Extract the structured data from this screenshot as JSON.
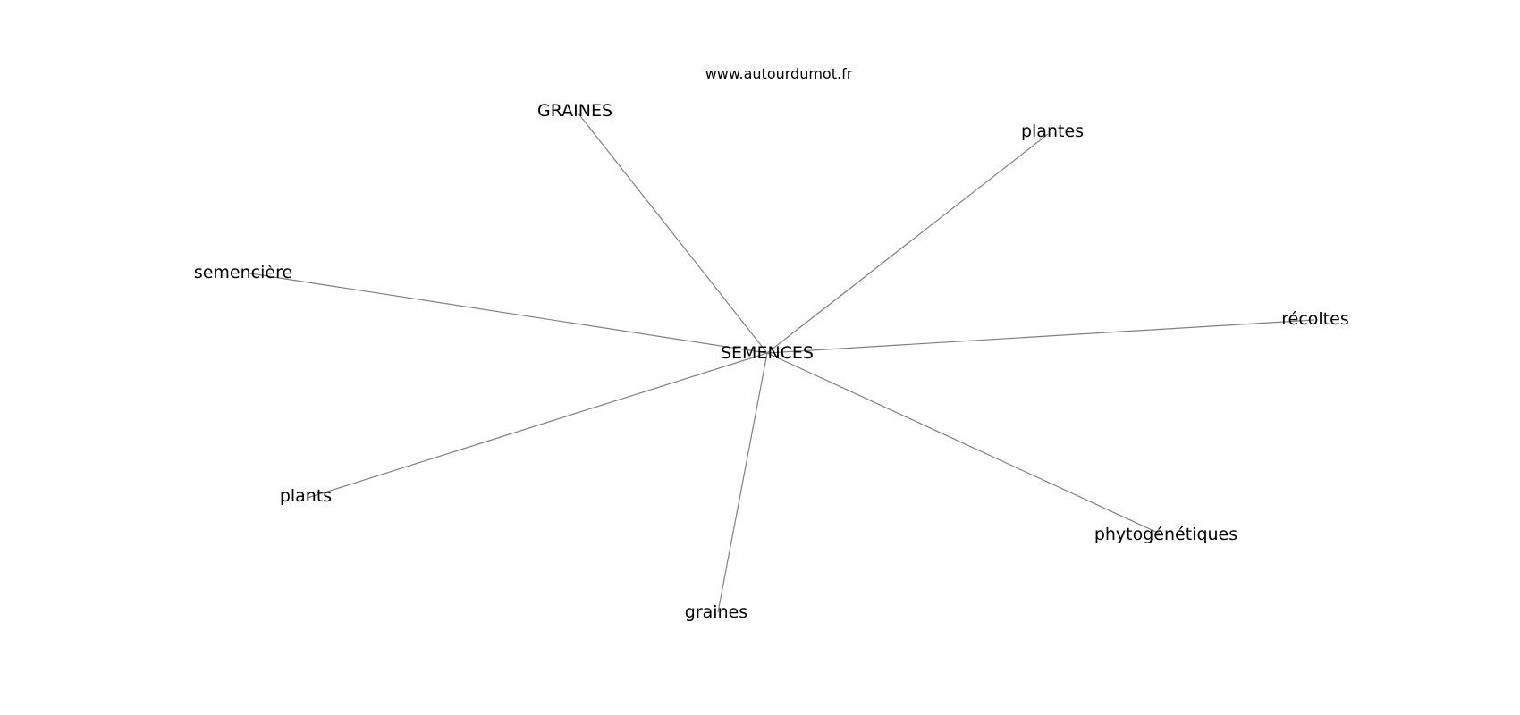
{
  "credit": "www.autourdumot.fr",
  "colors": {
    "edge": "#808080",
    "text": "#000000",
    "background": "#ffffff"
  },
  "graph": {
    "center": "SEMENCES",
    "nodes": [
      "GRAINES",
      "plantes",
      "semencière",
      "récoltes",
      "plants",
      "phytogénétiques",
      "graines"
    ]
  }
}
